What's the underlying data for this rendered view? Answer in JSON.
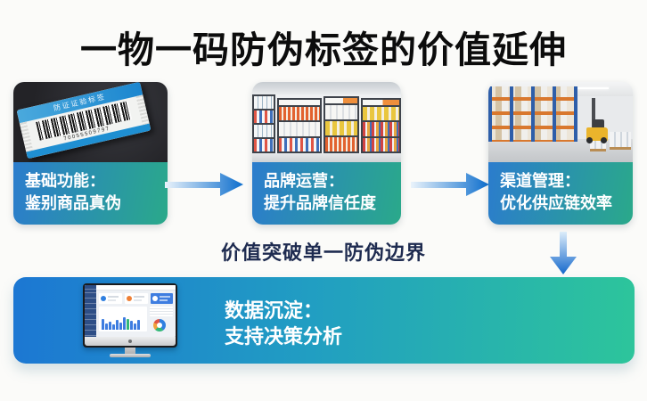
{
  "title": "一物一码防伪标签的价值延伸",
  "flow_caption": "价值突破单一防伪边界",
  "cards": [
    {
      "heading": "基础功能：",
      "description": "鉴别商品真伪",
      "photo": "anti-counterfeit-barcode-label"
    },
    {
      "heading": "品牌运营：",
      "description": "提升品牌信任度",
      "photo": "retail-store-shelves"
    },
    {
      "heading": "渠道管理：",
      "description": "优化供应链效率",
      "photo": "warehouse-forklift"
    }
  ],
  "label_photo": {
    "band_text": "防证证验标签",
    "barcode_number": "70055509797"
  },
  "banner": {
    "heading": "数据沉淀：",
    "description": "支持决策分析",
    "photo": "imac-dashboard-monitor",
    "dashboard_bars": [
      12,
      7,
      9,
      6,
      11,
      8,
      14,
      12,
      10,
      7,
      11
    ],
    "dashboard_green_bar_index": 7
  },
  "icons": {
    "right_arrow": "→",
    "down_arrow": "↓"
  },
  "colors": {
    "page_background": "#fbfbf9",
    "title_text": "#0c0c0c",
    "caption_text": "#1e2b50",
    "card_gradient_start": "#2b7ccd",
    "card_gradient_end": "#2aa98a",
    "arrow_blue": "#0d6ecd",
    "banner_gradient_start": "#1c77d3",
    "banner_gradient_end": "#2dc59b"
  }
}
